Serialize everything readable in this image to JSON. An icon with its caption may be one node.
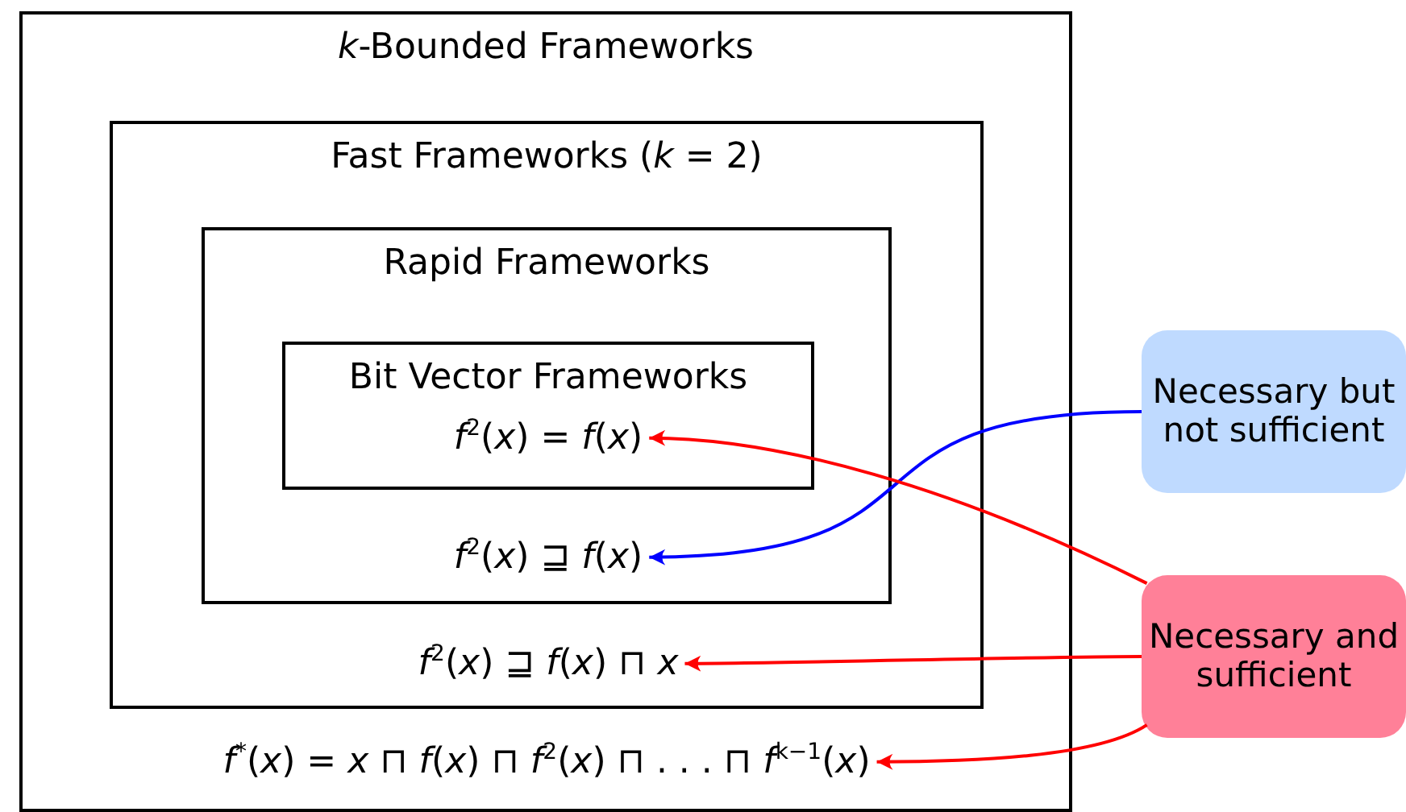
{
  "diagram": {
    "nodes": [
      {
        "text": [
          "*k*-Bounded Frameworks"
        ]
      },
      {
        "text": [
          "Fast Frameworks (*k* = 2)"
        ],
        "in": 0
      },
      {
        "text": [
          "Rapid Frameworks"
        ],
        "in": 1
      },
      {
        "text": [
          "Bit Vector Frameworks"
        ],
        "in": 2
      },
      {
        "text": [
          "*f*$^{2}$(*x*) = *f*(*x*)"
        ],
        "in": 3
      },
      {
        "text": [
          "*f*$^{2}$(*x*) ⊒ *f*(*x*)"
        ],
        "in": 2
      },
      {
        "text": [
          "*f*$^{2}$(*x*) ⊒ *f*(*x*) ⊓ *x*"
        ],
        "in": 1
      },
      {
        "text": [
          "*f*$^{*}$(*x*) = *x* ⊓ *f*(*x*) ⊓ *f*$^{2}$(*x*) ⊓ . . . ⊓ *f*$^{k−1}$(*x*)"
        ],
        "in": 0
      },
      {
        "text": [
          "Necessary but not sufficient"
        ]
      },
      {
        "text": [
          "Necessary and sufficient"
        ]
      }
    ],
    "edges": [
      {
        "from": 8,
        "to": 5,
        "arrow": "to",
        "color": "#0000ff"
      },
      {
        "from": 9,
        "to": 4,
        "arrow": "to",
        "color": "#ff0000"
      },
      {
        "from": 9,
        "to": 6,
        "arrow": "to",
        "color": "#ff0000"
      },
      {
        "from": 9,
        "to": 7,
        "arrow": "to",
        "color": "#ff0000"
      }
    ]
  }
}
